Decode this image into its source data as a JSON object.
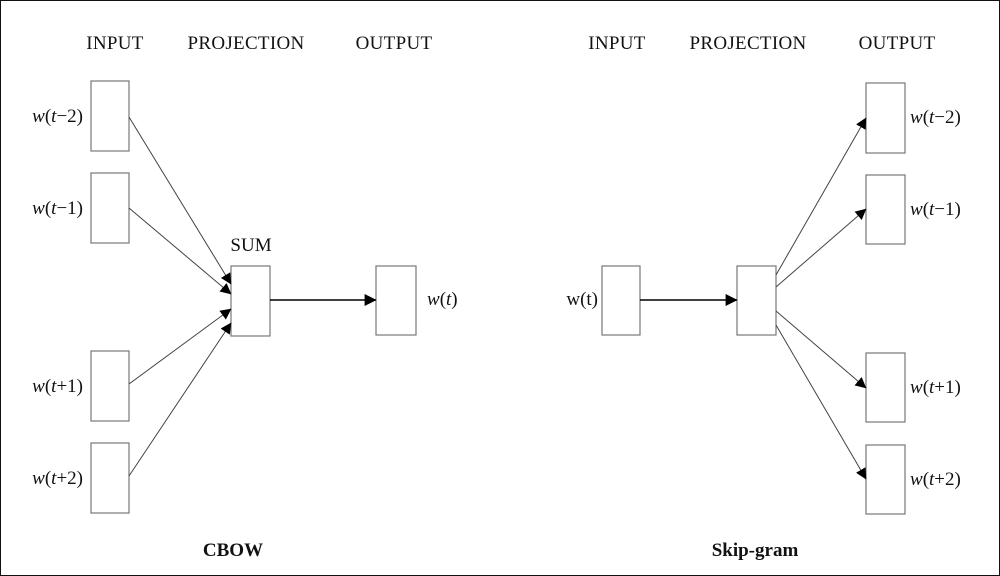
{
  "cbow": {
    "title": "CBOW",
    "headers": {
      "input": "INPUT",
      "projection": "PROJECTION",
      "output": "OUTPUT"
    },
    "sum_label": "SUM",
    "inputs": [
      {
        "pre": "w",
        "open": "(",
        "var": "t",
        "rest": "−2)"
      },
      {
        "pre": "w",
        "open": "(",
        "var": "t",
        "rest": "−1)"
      },
      {
        "pre": "w",
        "open": "(",
        "var": "t",
        "rest": "+1)"
      },
      {
        "pre": "w",
        "open": "(",
        "var": "t",
        "rest": "+2)"
      }
    ],
    "output": {
      "pre": "w",
      "open": "(",
      "var": "t",
      "rest": ")"
    }
  },
  "skipgram": {
    "title": "Skip-gram",
    "headers": {
      "input": "INPUT",
      "projection": "PROJECTION",
      "output": "OUTPUT"
    },
    "input": "w(t)",
    "outputs": [
      {
        "pre": "w",
        "open": "(",
        "var": "t",
        "rest": "−2)"
      },
      {
        "pre": "w",
        "open": "(",
        "var": "t",
        "rest": "−1)"
      },
      {
        "pre": "w",
        "open": "(",
        "var": "t",
        "rest": "+1)"
      },
      {
        "pre": "w",
        "open": "(",
        "var": "t",
        "rest": "+2)"
      }
    ]
  }
}
